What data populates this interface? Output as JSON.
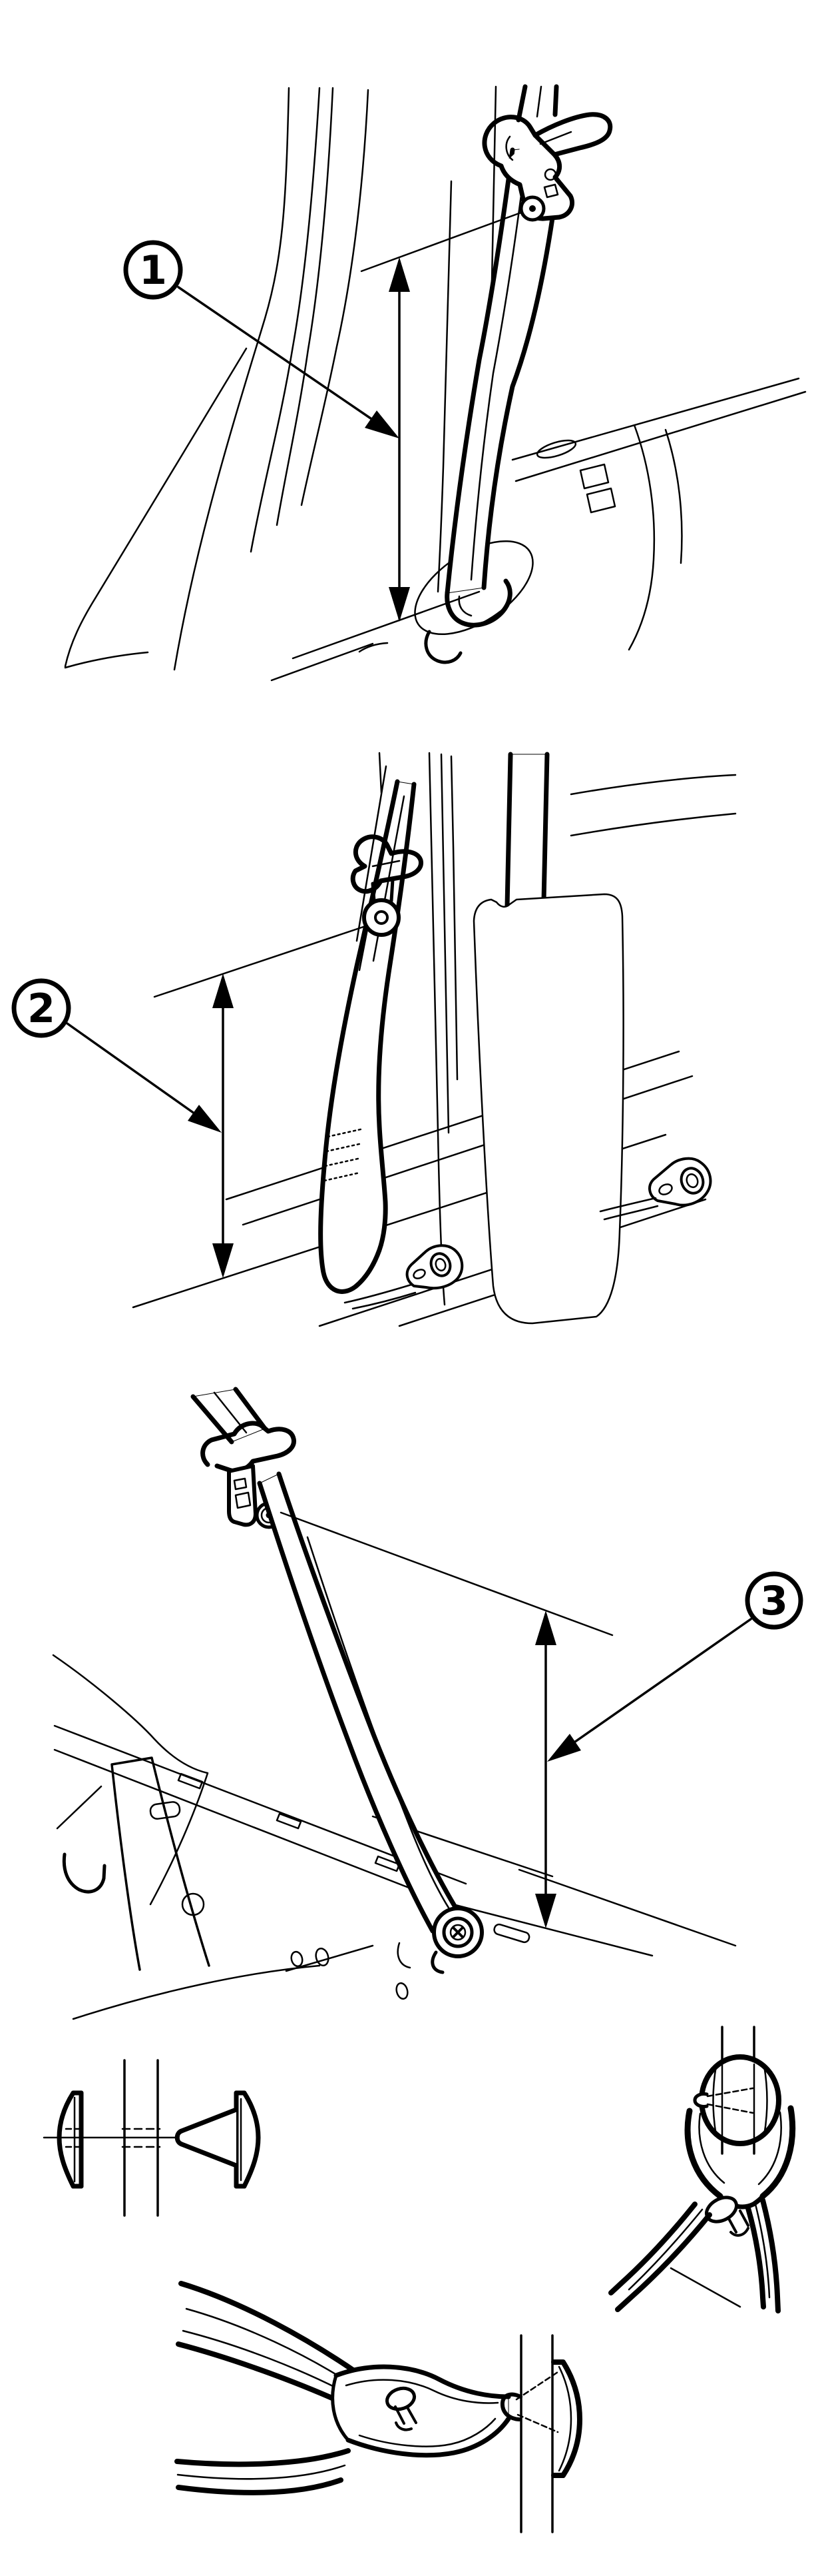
{
  "document": {
    "kind": "service-manual-line-illustration",
    "background_color": "#ffffff",
    "ink_color": "#000000"
  },
  "callouts": {
    "c1": {
      "label": "1"
    },
    "c2": {
      "label": "2"
    },
    "c3": {
      "label": "3"
    }
  },
  "figures": [
    {
      "name": "seat-belt-guide-height-measurement-upper",
      "callout": "1"
    },
    {
      "name": "seat-belt-guide-height-measurement-middle",
      "callout": "2"
    },
    {
      "name": "seat-belt-guide-height-measurement-rear",
      "callout": "3"
    },
    {
      "name": "push-pin-fastener-cross-section"
    },
    {
      "name": "pliers-gripping-fastener-front-view"
    },
    {
      "name": "pliers-removing-fastener-side-view"
    }
  ]
}
